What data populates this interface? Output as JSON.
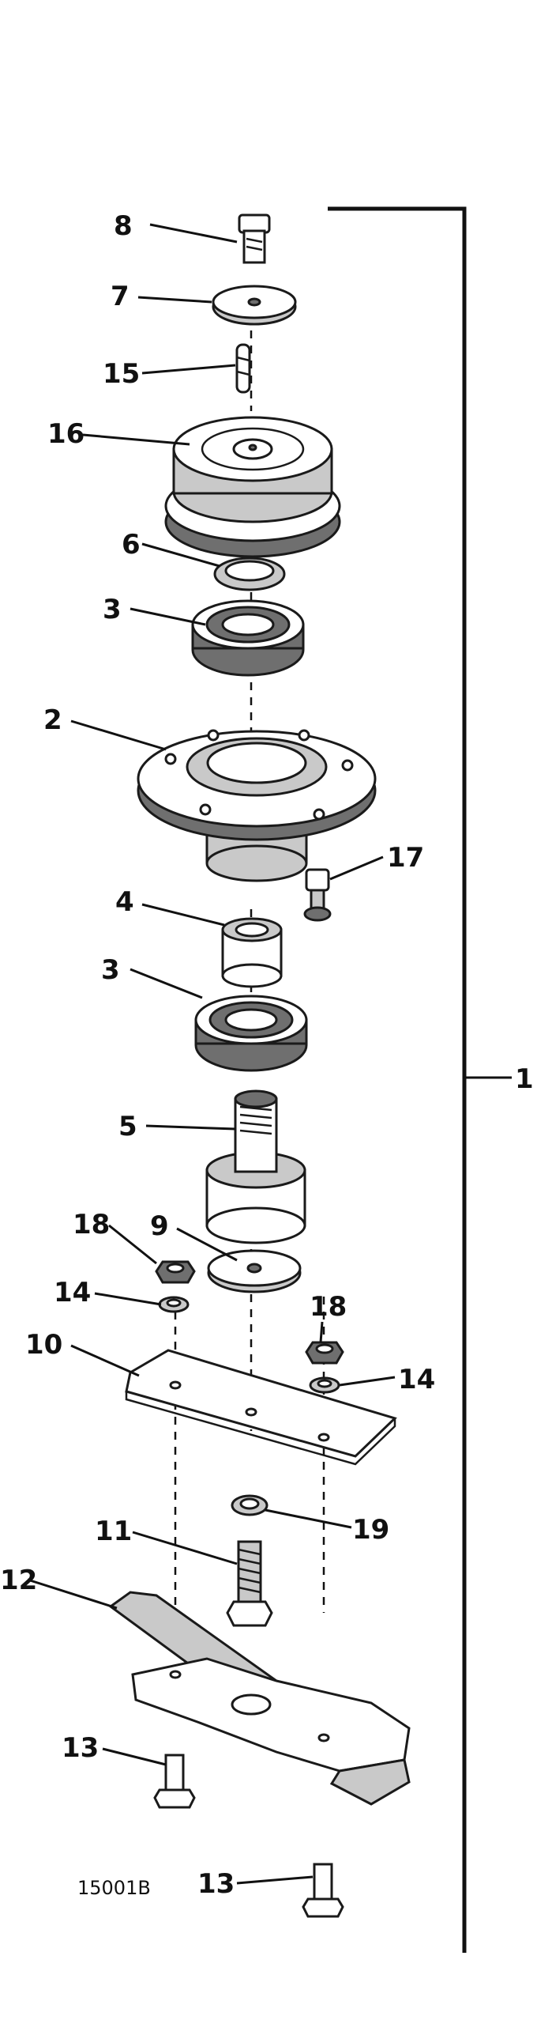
{
  "figure_code": "15001B",
  "labels": {
    "l1": "1",
    "l2": "2",
    "l3a": "3",
    "l3b": "3",
    "l4": "4",
    "l5": "5",
    "l6": "6",
    "l7": "7",
    "l8": "8",
    "l9": "9",
    "l10": "10",
    "l11": "11",
    "l12": "12",
    "l13a": "13",
    "l13b": "13",
    "l14a": "14",
    "l14b": "14",
    "l15": "15",
    "l16": "16",
    "l17": "17",
    "l18a": "18",
    "l18b": "18",
    "l19": "19"
  }
}
